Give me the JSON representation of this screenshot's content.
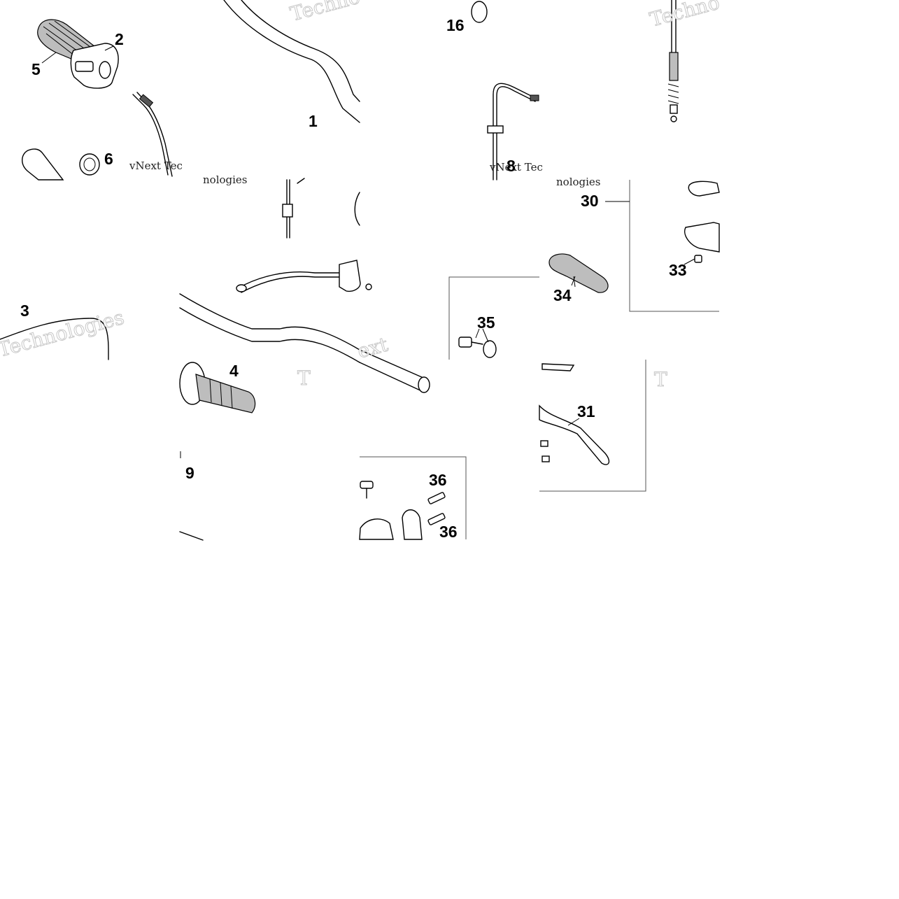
{
  "callouts": {
    "c1": "1",
    "c2": "2",
    "c3": "3",
    "c4": "4",
    "c5": "5",
    "c6": "6",
    "c8": "8",
    "c9": "9",
    "c16": "16",
    "c30": "30",
    "c31": "31",
    "c33": "33",
    "c34": "34",
    "c35": "35",
    "c36a": "36",
    "c36b": "36"
  },
  "watermark": {
    "techno": "Techno",
    "vnext_tec": "vNext Tec",
    "technologies": "Technologies",
    "nologies": "nologies",
    "ext": "ext",
    "t": "T"
  }
}
